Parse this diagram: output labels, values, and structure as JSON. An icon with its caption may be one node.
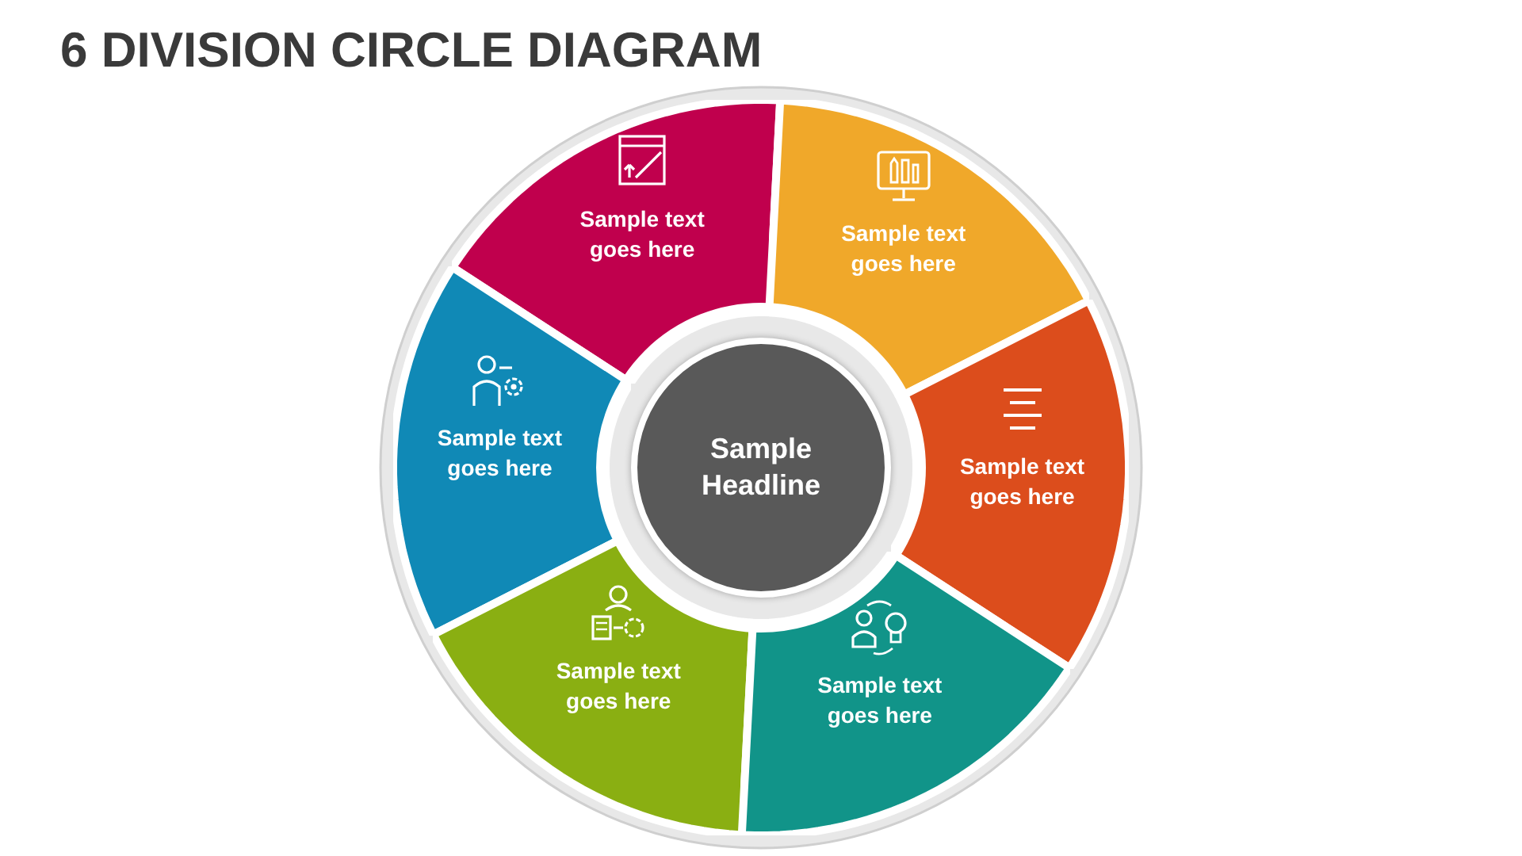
{
  "diagram": {
    "title": "6 DIVISION CIRCLE DIAGRAM",
    "nodes": [
      {
        "text": [
          "Sample text goes here"
        ]
      },
      {
        "text": [
          "Sample text goes here"
        ]
      },
      {
        "text": [
          "Sample text goes here"
        ]
      },
      {
        "text": [
          "Sample text goes here"
        ]
      },
      {
        "text": [
          "Sample Headline"
        ]
      },
      {
        "text": [
          "Sample text goes here"
        ]
      },
      {
        "text": [
          "Sample text goes here"
        ]
      }
    ],
    "edges": []
  }
}
